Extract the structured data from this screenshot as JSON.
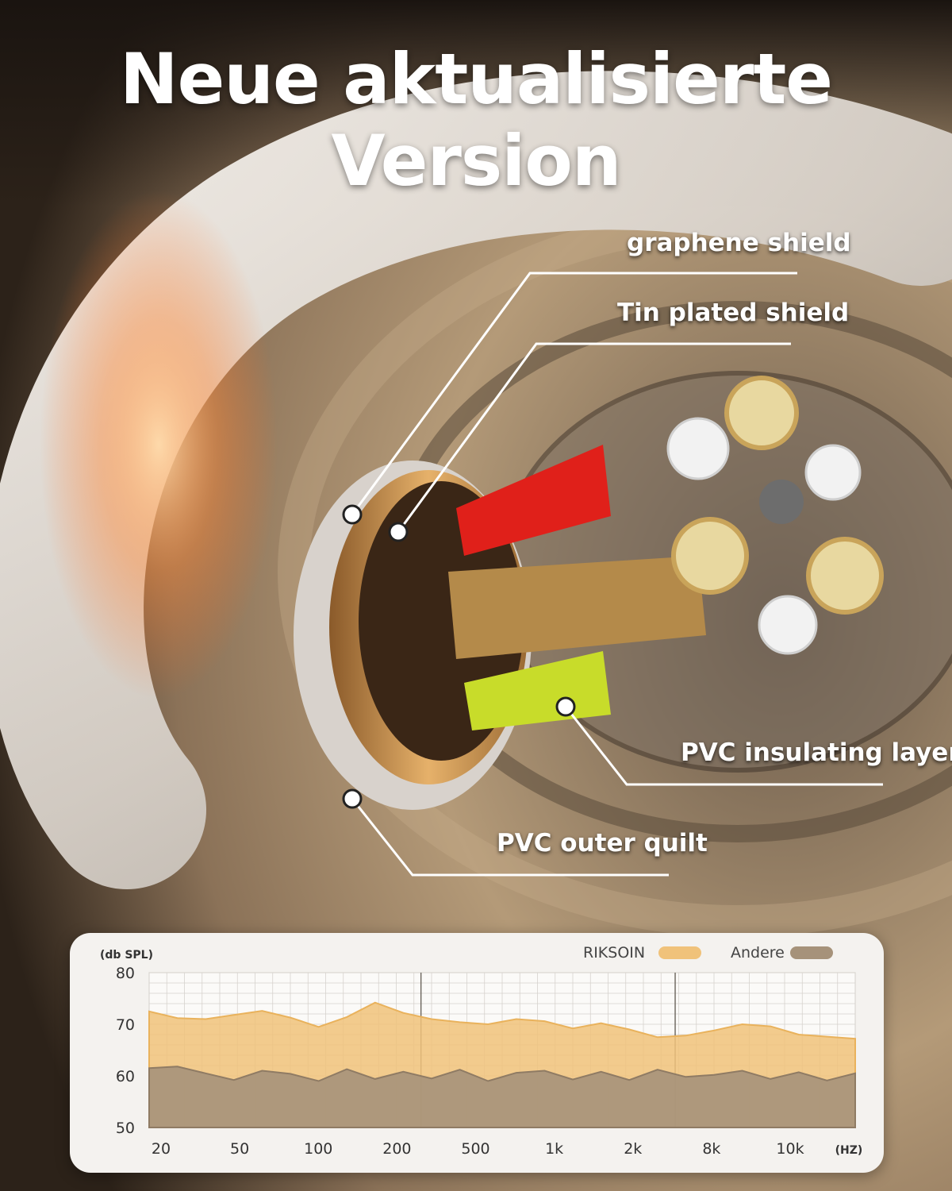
{
  "headline": "Neue aktualisierte Version",
  "callouts": [
    {
      "id": "graphene",
      "label": "graphene shield"
    },
    {
      "id": "tin",
      "label": "Tin plated shield"
    },
    {
      "id": "pvc-insulating",
      "label": "PVC insulating layer"
    },
    {
      "id": "pvc-outer",
      "label": "PVC outer quilt"
    }
  ],
  "colors": {
    "riksoin": "#f0c27a",
    "andere": "#a6927a",
    "panel": "#f4f2ef",
    "red_core": "#e0201a",
    "yellow_core": "#c8dc2a",
    "copper": "#d9a35a"
  },
  "chart_data": {
    "type": "area",
    "ylabel": "(db SPL)",
    "xlabel": "(HZ)",
    "ylim": [
      50,
      80
    ],
    "yticks": [
      80,
      70,
      60,
      50
    ],
    "x": [
      "20",
      "50",
      "100",
      "200",
      "500",
      "1k",
      "2k",
      "8k",
      "10k"
    ],
    "grid": true,
    "legend_position": "top-right",
    "series": [
      {
        "name": "RIKSOIN",
        "values": [
          72.5,
          71.2,
          71.0,
          71.8,
          72.6,
          71.3,
          69.5,
          71.4,
          74.2,
          72.2,
          71.0,
          70.4,
          70.0,
          71.0,
          70.6,
          69.2,
          70.2,
          69.0,
          67.5,
          67.8,
          68.8,
          70.0,
          69.6,
          68.0,
          67.6,
          67.2
        ]
      },
      {
        "name": "Andere",
        "values": [
          61.5,
          61.8,
          60.5,
          59.2,
          61.0,
          60.4,
          59.0,
          61.3,
          59.4,
          60.8,
          59.5,
          61.2,
          59.0,
          60.6,
          61.0,
          59.3,
          60.8,
          59.2,
          61.2,
          59.8,
          60.2,
          61.0,
          59.4,
          60.7,
          59.1,
          60.5
        ]
      }
    ]
  }
}
